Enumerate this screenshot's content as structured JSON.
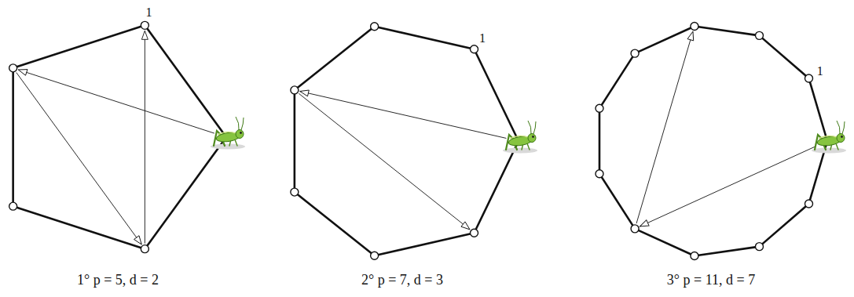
{
  "diagram": {
    "labels": [
      "1",
      "1",
      "1",
      "1° p = 5, d = 2",
      "2° p = 7, d = 3",
      "3° p = 11, d = 7"
    ]
  }
}
